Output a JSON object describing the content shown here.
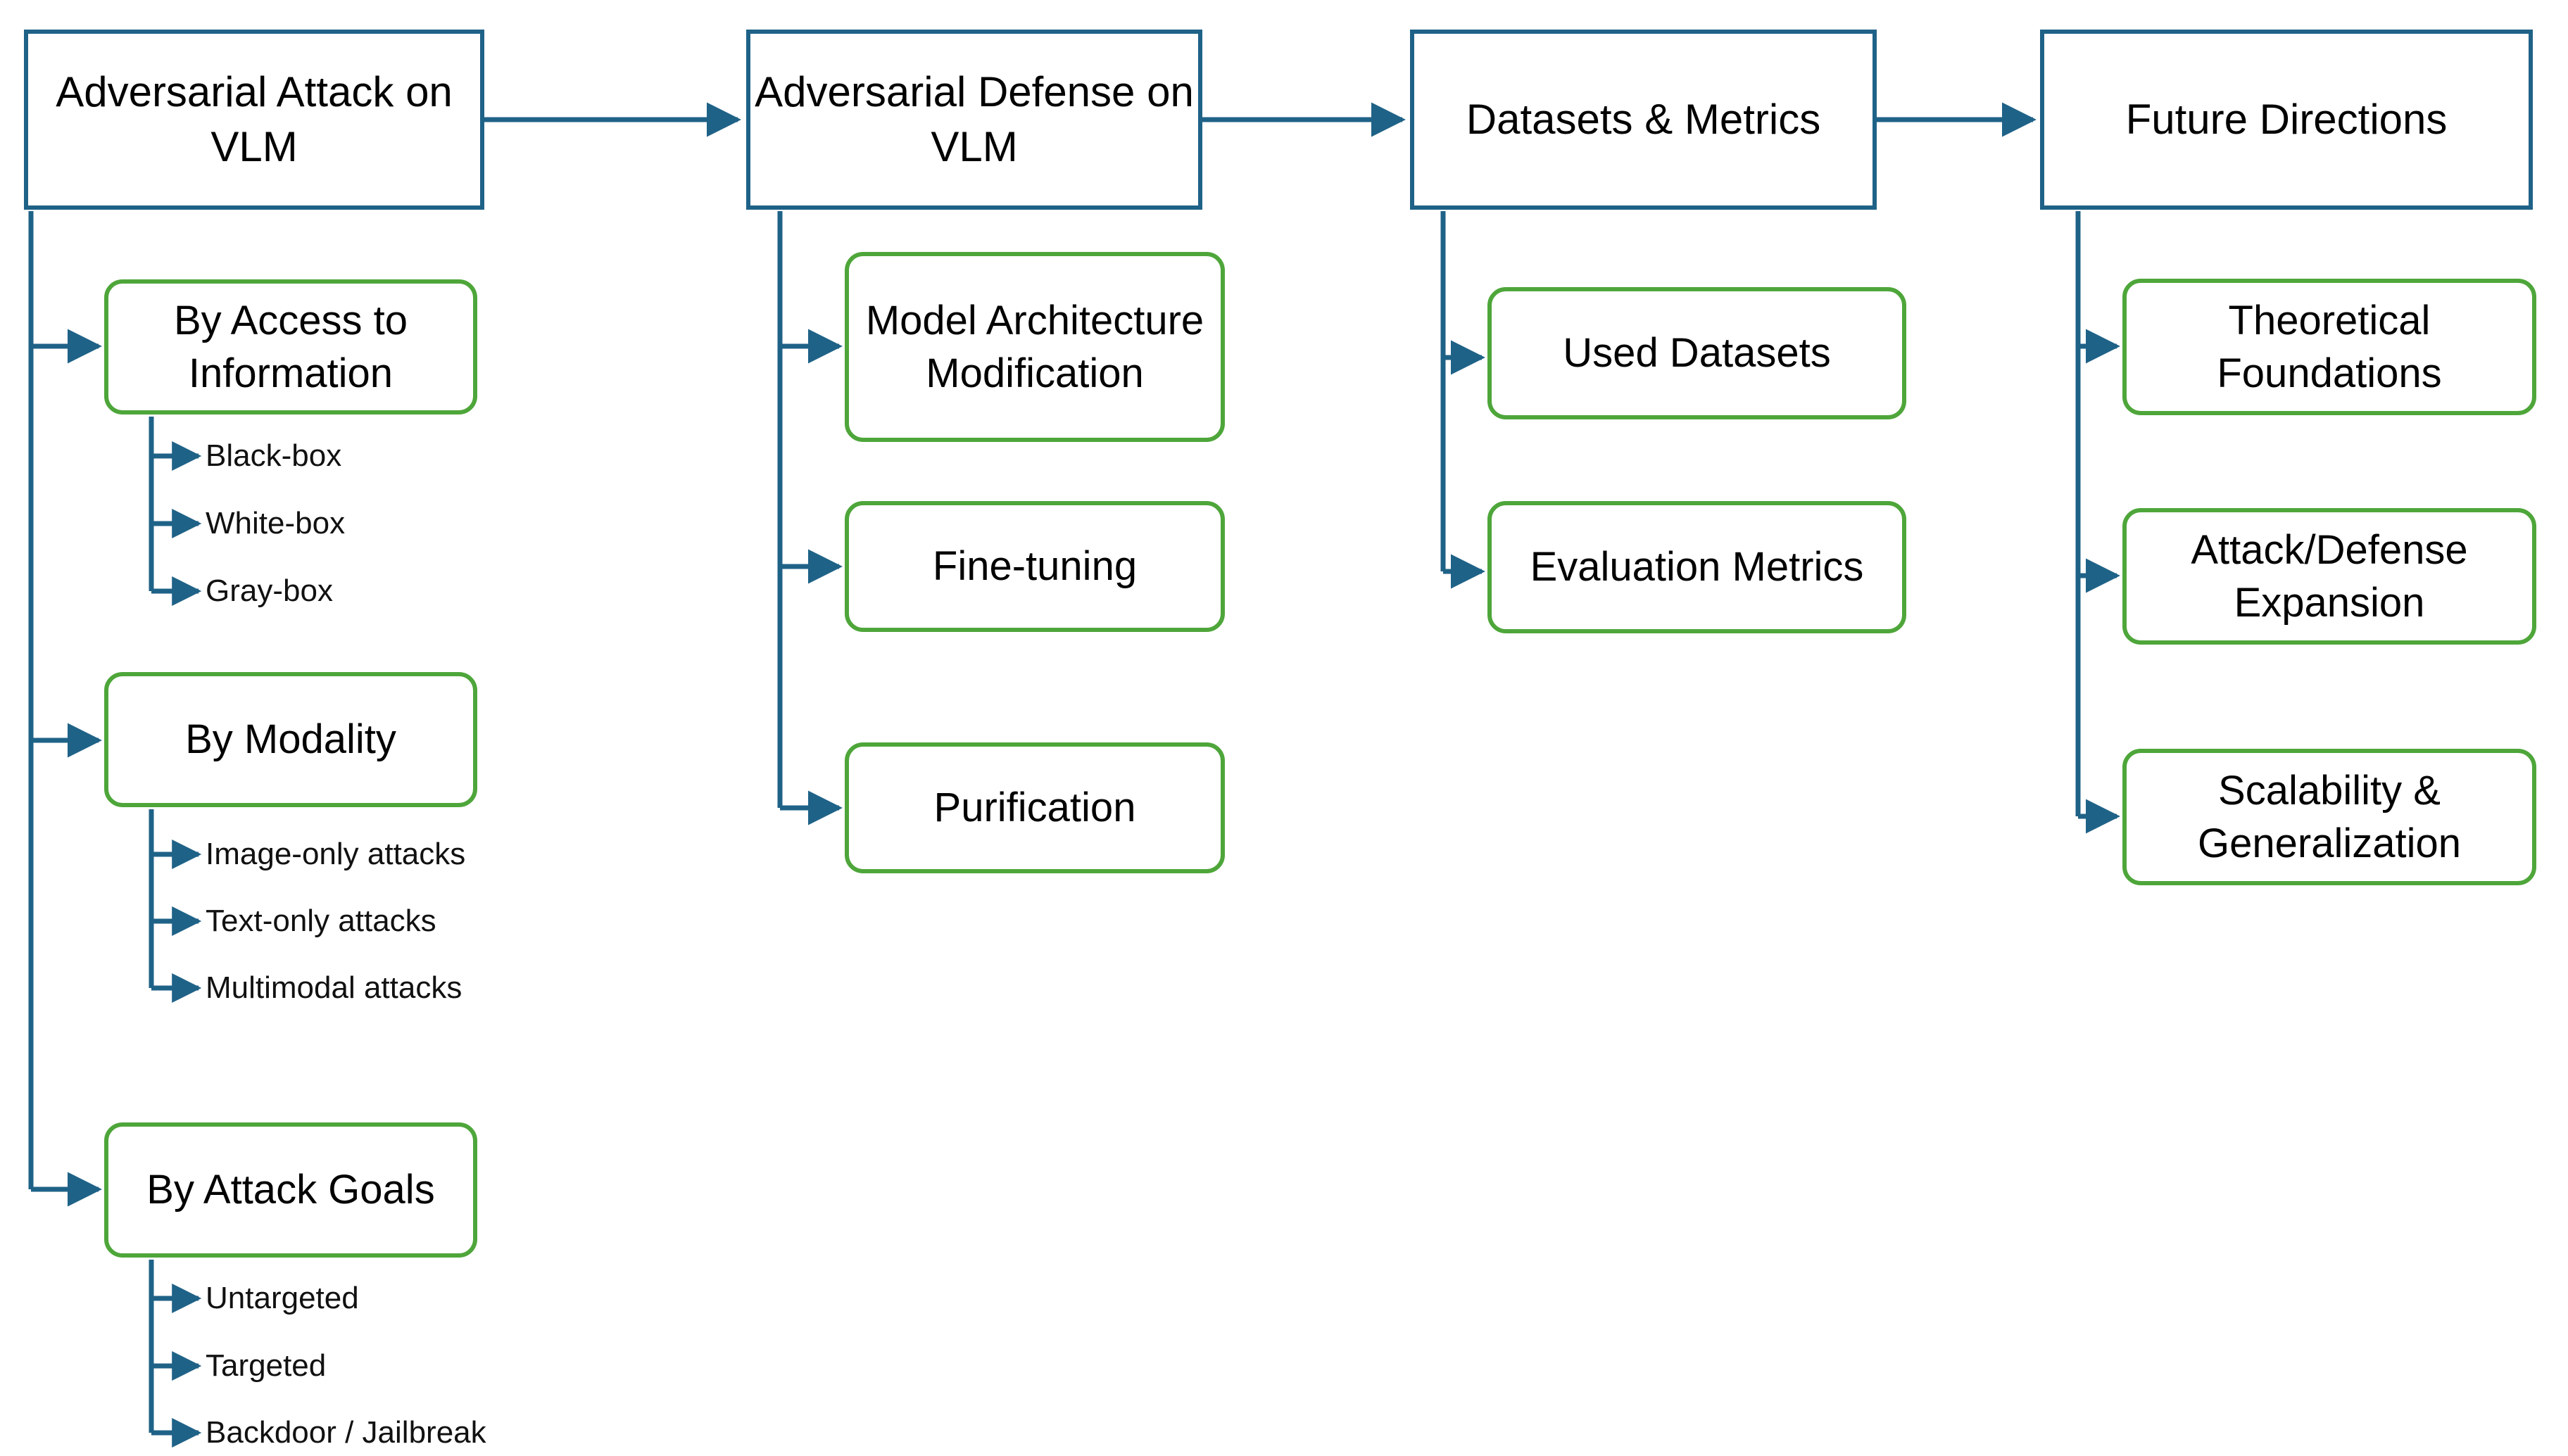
{
  "diagram": {
    "title": "Adversarial Attack and Defense on VLM taxonomy",
    "colors": {
      "top_border": "#1F6287",
      "sub_border": "#4EA63A",
      "connector": "#1F6287",
      "background": "#FFFFFF",
      "text": "#000000"
    },
    "columns": [
      {
        "id": "attack",
        "top": {
          "label": "Adversarial Attack on VLM"
        },
        "subs": [
          {
            "label": "By Access to Information",
            "leaves": [
              "Black-box",
              "White-box",
              "Gray-box"
            ]
          },
          {
            "label": "By Modality",
            "leaves": [
              "Image-only attacks",
              "Text-only attacks",
              "Multimodal attacks"
            ]
          },
          {
            "label": "By Attack Goals",
            "leaves": [
              "Untargeted",
              "Targeted",
              "Backdoor / Jailbreak"
            ]
          }
        ]
      },
      {
        "id": "defense",
        "top": {
          "label": "Adversarial Defense on VLM"
        },
        "subs": [
          {
            "label": "Model Architecture Modification",
            "leaves": []
          },
          {
            "label": "Fine-tuning",
            "leaves": []
          },
          {
            "label": "Purification",
            "leaves": []
          }
        ]
      },
      {
        "id": "datasets",
        "top": {
          "label": "Datasets & Metrics"
        },
        "subs": [
          {
            "label": "Used Datasets",
            "leaves": []
          },
          {
            "label": "Evaluation Metrics",
            "leaves": []
          }
        ]
      },
      {
        "id": "future",
        "top": {
          "label": "Future Directions"
        },
        "subs": [
          {
            "label": "Theoretical Foundations",
            "leaves": []
          },
          {
            "label": "Attack/Defense Expansion",
            "leaves": []
          },
          {
            "label": "Scalability & Generalization",
            "leaves": []
          }
        ]
      }
    ]
  }
}
